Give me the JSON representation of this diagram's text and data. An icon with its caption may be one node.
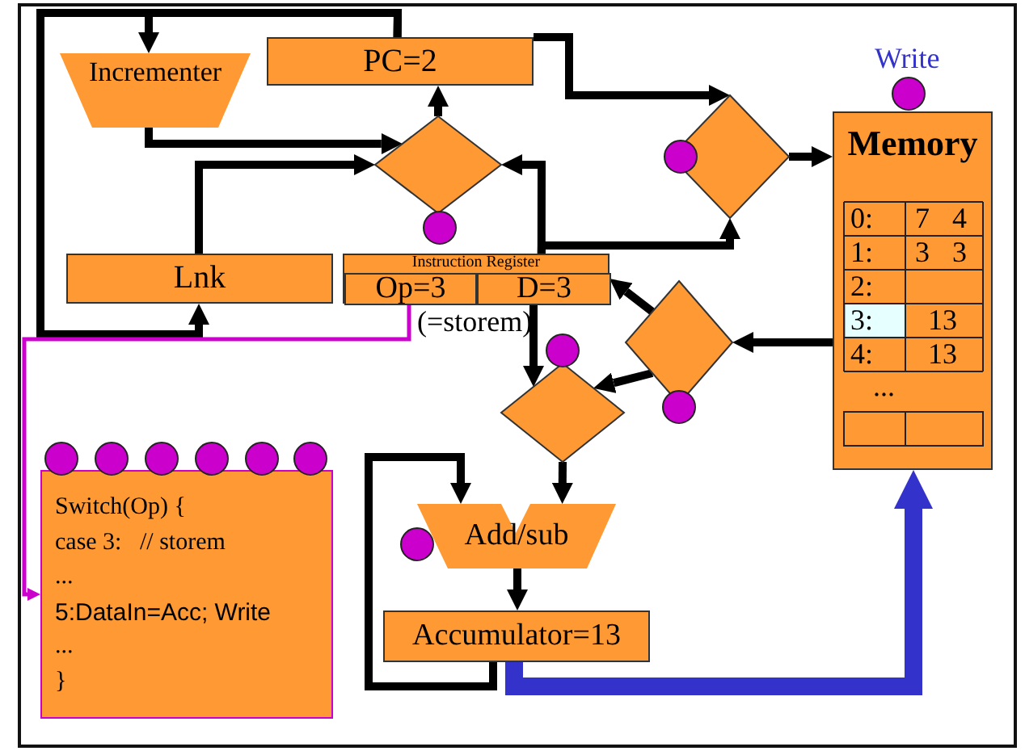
{
  "diagram": {
    "nodes": [
      {
        "text": [
          "Incrementer"
        ]
      },
      {
        "text": [
          "PC=2"
        ]
      },
      {
        "text": [],
        "shape": "diamond"
      },
      {
        "text": [
          "Lnk"
        ]
      },
      {
        "text": [
          "Instruction Register"
        ]
      },
      {
        "text": [
          "Op=3"
        ],
        "in": 4,
        "beside": [
          "(=storem)"
        ]
      },
      {
        "text": [
          "D=3"
        ],
        "in": 4
      },
      {
        "text": [],
        "shape": "diamond"
      },
      {
        "text": [
          "Memory"
        ]
      },
      {
        "text": [],
        "shape": "diamond"
      },
      {
        "text": [],
        "shape": "diamond"
      },
      {
        "text": [
          "Add/sub"
        ]
      },
      {
        "text": [
          "Accumulator=13"
        ]
      },
      {
        "text": [
          "Switch(Op) {",
          "case 3:   // storem",
          "...",
          "5:DataIn=Acc; Write",
          "...",
          "}"
        ]
      }
    ],
    "edges": [
      {
        "from": 1,
        "to": 0,
        "arrow": "to"
      },
      {
        "from": 1,
        "to": 3,
        "arrow": "to"
      },
      {
        "from": 1,
        "to": 7,
        "arrow": "to"
      },
      {
        "from": 0,
        "to": 2,
        "arrow": "to"
      },
      {
        "from": 3,
        "to": 2,
        "arrow": "to"
      },
      {
        "from": 2,
        "to": 1,
        "arrow": "to"
      },
      {
        "from": 4,
        "to": 2,
        "arrow": "to"
      },
      {
        "from": 4,
        "to": 7,
        "arrow": "to"
      },
      {
        "from": 6,
        "to": 10,
        "arrow": "to"
      },
      {
        "from": 7,
        "to": 8,
        "arrow": "to"
      },
      {
        "from": 8,
        "to": 9,
        "arrow": "to"
      },
      {
        "from": 9,
        "to": 4,
        "arrow": "to"
      },
      {
        "from": 9,
        "to": 10,
        "arrow": "to"
      },
      {
        "from": 10,
        "to": 11,
        "arrow": "to"
      },
      {
        "from": 11,
        "to": 12,
        "arrow": "to"
      },
      {
        "from": 12,
        "to": 11,
        "arrow": "to"
      },
      {
        "from": 12,
        "to": 8,
        "arrow": "to",
        "style": "thick",
        "color": "#3333cc"
      },
      {
        "from": 5,
        "to": 13,
        "arrow": "to",
        "color": "#cc00cc"
      }
    ],
    "labels": [
      "Write",
      "0:",
      "7",
      "4",
      "1:",
      "3",
      "3",
      "2:",
      "3:",
      "13",
      "4:",
      "13",
      "..."
    ]
  }
}
